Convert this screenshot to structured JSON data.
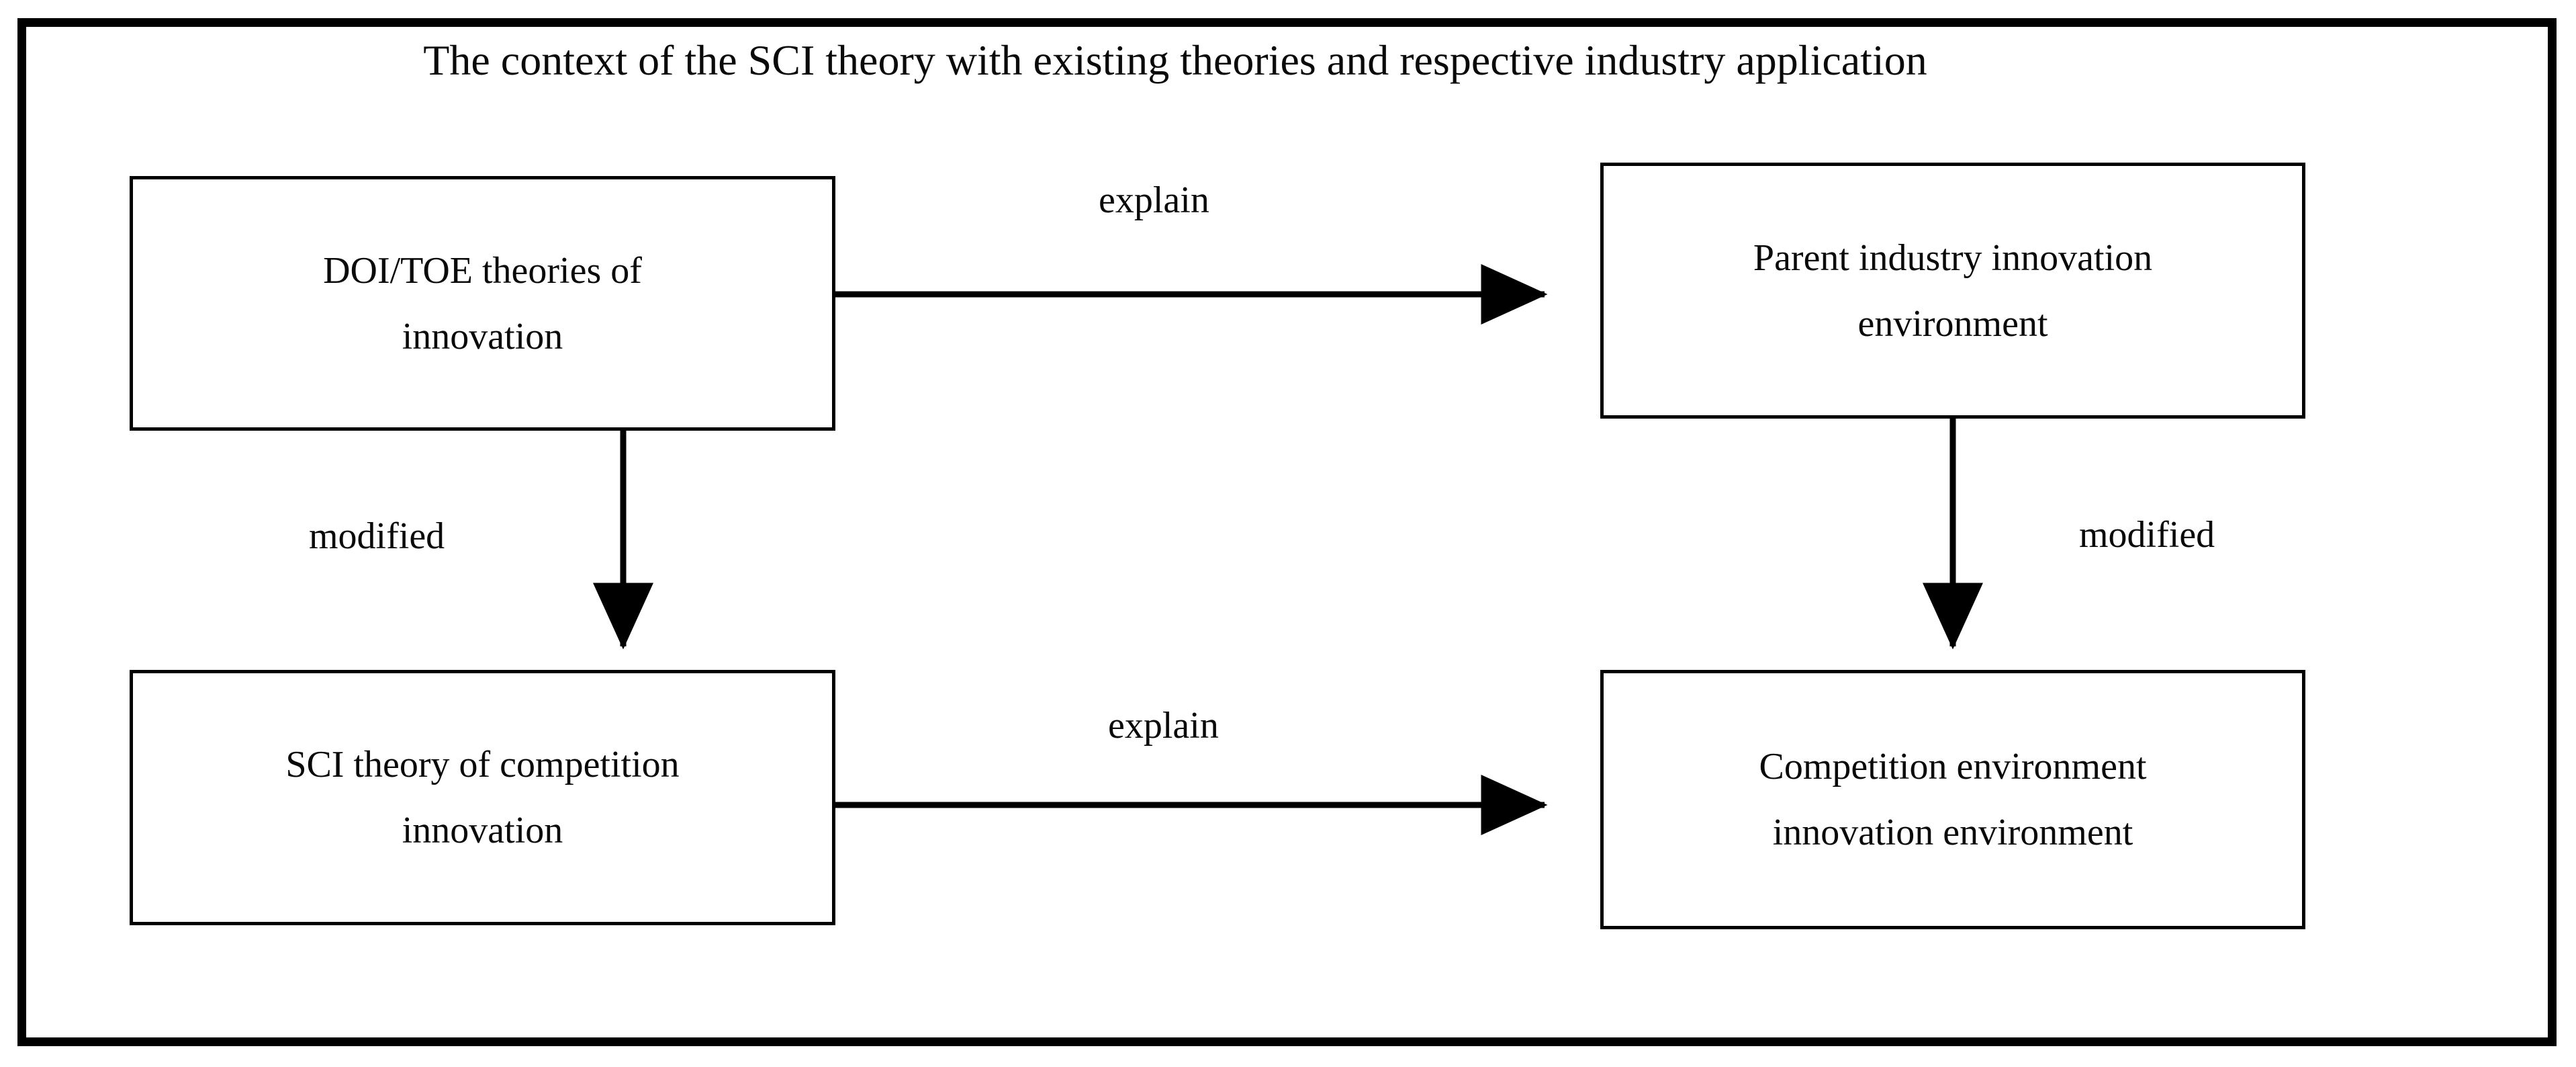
{
  "figure": {
    "title": "The context of the SCI theory with existing theories and respective industry application",
    "background_color": "#ffffff",
    "line_color": "#000000",
    "text_color": "#0a0a0a"
  },
  "nodes": [
    {
      "id": "doi-toe",
      "line1": "DOI/TOE theories of",
      "line2": "innovation"
    },
    {
      "id": "parent-industry-innovation-environment",
      "line1": "Parent industry innovation",
      "line2": "environment"
    },
    {
      "id": "sci-theory-of-competition-innovation",
      "line1": "SCI theory of competition",
      "line2": "innovation"
    },
    {
      "id": "competition-environment",
      "line1": "Competition environment",
      "line2": "innovation environment"
    }
  ],
  "edges": [
    {
      "id": "doi-to-parent",
      "label": "explain",
      "from": "doi-toe",
      "to": "parent-industry-innovation-environment",
      "direction": "right"
    },
    {
      "id": "doi-to-sci",
      "label": "modified",
      "from": "doi-toe",
      "to": "sci-theory-of-competition-innovation",
      "direction": "down"
    },
    {
      "id": "parent-to-competition",
      "label": "modified",
      "from": "parent-industry-innovation-environment",
      "to": "competition-environment",
      "direction": "down"
    },
    {
      "id": "sci-to-competition",
      "label": "explain",
      "from": "sci-theory-of-competition-innovation",
      "to": "competition-environment",
      "direction": "right"
    }
  ]
}
